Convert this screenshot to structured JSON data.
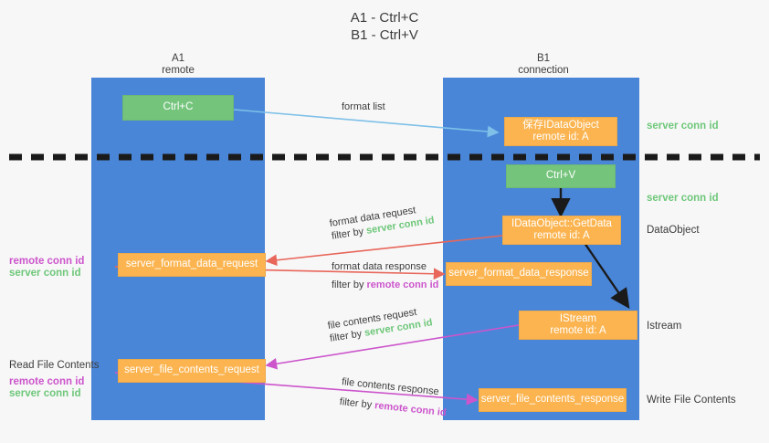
{
  "title": {
    "line1": "A1 - Ctrl+C",
    "line2": "B1 - Ctrl+V"
  },
  "lanes": [
    {
      "name": "A1",
      "sub": "remote"
    },
    {
      "name": "B1",
      "sub": "connection"
    }
  ],
  "nodes": {
    "ctrl_c": "Ctrl+C",
    "ctrl_v": "Ctrl+V",
    "idataobject_title": "保存IDataObject",
    "idataobject_sub": "remote id: A",
    "getdata_title": "IDataObject::GetData",
    "getdata_sub": "remote id: A",
    "istream_title": "IStream",
    "istream_sub": "remote id: A",
    "server_format_data_request": "server_format_data_request",
    "server_format_data_response": "server_format_data_response",
    "server_file_contents_request": "server_file_contents_request",
    "server_file_contents_response": "server_file_contents_response"
  },
  "edges": {
    "format_list": "format list",
    "format_data_request": "format data request",
    "format_data_request_filter_prefix": "filter by ",
    "format_data_request_filter_value": "server conn id",
    "format_data_response": "format data response",
    "format_data_response_filter_prefix": "filter by ",
    "format_data_response_filter_value": "remote conn id",
    "file_contents_request": "file contents request",
    "file_contents_request_filter_prefix": "filter by ",
    "file_contents_request_filter_value": "server conn id",
    "file_contents_response": "file contents response",
    "file_contents_response_filter_prefix": "filter by ",
    "file_contents_response_filter_value": "remote conn id"
  },
  "right_labels": {
    "server_conn_id_top": "server conn id",
    "server_conn_id_mid": "server conn id",
    "dataobject": "DataObject",
    "istream": "Istream",
    "write_file_contents": "Write File Contents"
  },
  "left_labels": {
    "remote_conn_id_1": "remote conn id",
    "server_conn_id_1": "server conn id",
    "read_file_contents": "Read File Contents",
    "remote_conn_id_2": "remote conn id",
    "server_conn_id_2": "server conn id"
  },
  "colors": {
    "lane": "#4a86d8",
    "green_node": "#74c47c",
    "orange_node": "#fbb450",
    "green_text": "#6ec77a",
    "magenta_text": "#cc55cc",
    "red_arrow": "#e8665a",
    "blue_arrow": "#7ec0e8",
    "black_arrow": "#1a1a1a",
    "background": "#f7f7f7"
  }
}
